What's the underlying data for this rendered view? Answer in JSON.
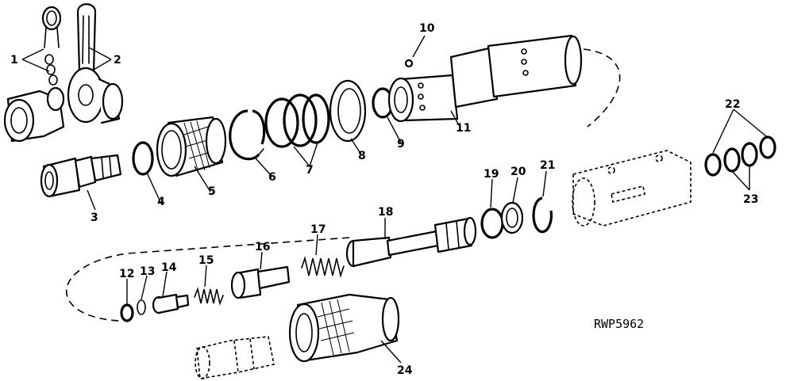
{
  "diagram": {
    "drawing_code": "RWP5962",
    "callouts": {
      "n1": "1",
      "n2": "2",
      "n3": "3",
      "n4": "4",
      "n5": "5",
      "n6": "6",
      "n7": "7",
      "n8": "8",
      "n9": "9",
      "n10": "10",
      "n11": "11",
      "n12": "12",
      "n13": "13",
      "n14": "14",
      "n15": "15",
      "n16": "16",
      "n17": "17",
      "n18": "18",
      "n19": "19",
      "n20": "20",
      "n21": "21",
      "n22": "22",
      "n23": "23",
      "n24": "24"
    }
  }
}
